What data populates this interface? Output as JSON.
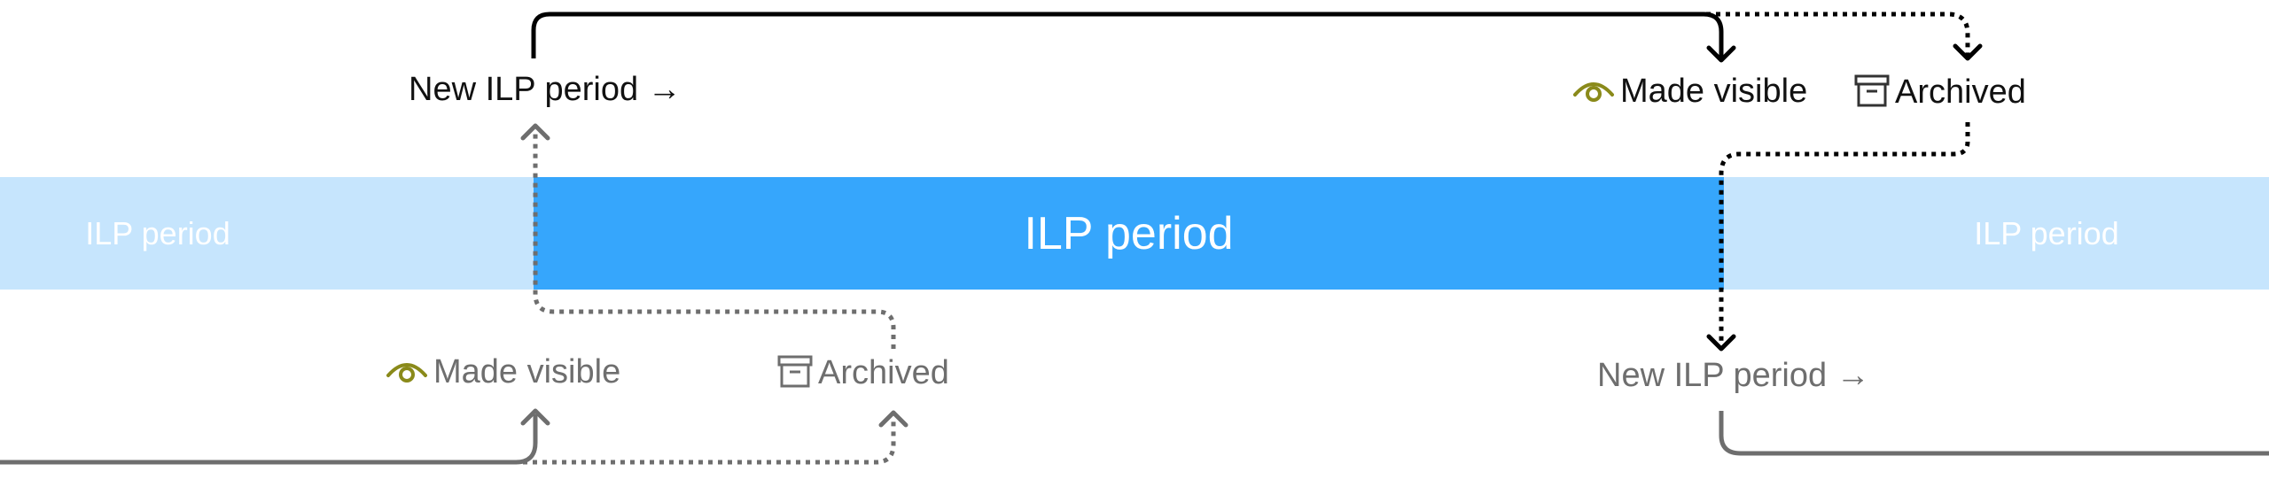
{
  "periods": {
    "previous_label": "ILP period",
    "current_label": "ILP period",
    "next_label": "ILP period"
  },
  "current_cycle": {
    "new_period_label": "New ILP period →",
    "made_visible_label": "Made visible",
    "archived_label": "Archived"
  },
  "previous_cycle": {
    "made_visible_label": "Made visible",
    "archived_label": "Archived"
  },
  "next_cycle": {
    "new_period_label": "New ILP period →"
  },
  "colors": {
    "current_band": "#36a6fc",
    "adjacent_band": "#c6e5fd",
    "band_text": "#ffffff",
    "eye_icon": "#8a8a1a",
    "primary_text": "#111111",
    "secondary_text": "#6e6e6e",
    "primary_arrow": "#000000",
    "secondary_arrow": "#6e6e6e"
  },
  "icons": {
    "made_visible": "eye-icon",
    "archived": "archive-box-icon",
    "arrow": "right-arrow"
  }
}
